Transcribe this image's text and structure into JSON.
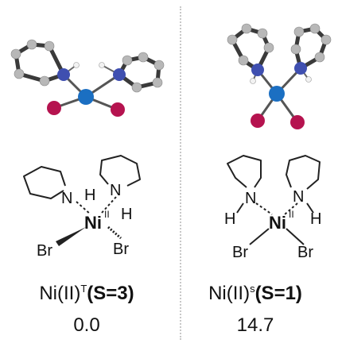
{
  "panels": [
    {
      "atoms": {
        "n_left": "N",
        "h_left": "H",
        "n_right": "N",
        "h_right": "H",
        "metal": "Ni",
        "oxidation": "II",
        "br_left": "Br",
        "br_right": "Br"
      },
      "label": {
        "main": "Ni(II)",
        "superscript": "T",
        "spin": "(S=3)"
      },
      "energy": "0.0"
    },
    {
      "atoms": {
        "n_left": "N",
        "h_left": "H",
        "n_right": "N",
        "h_right": "H",
        "metal": "Ni",
        "oxidation": "II",
        "br_left": "Br",
        "br_right": "Br"
      },
      "label": {
        "main": "Ni(II)",
        "superscript": "s",
        "spin": "(S=1)"
      },
      "energy": "14.7"
    }
  ],
  "colors": {
    "carbon": "#b8b8b8",
    "nitrogen": "#3f4fb0",
    "nickel": "#1b6fc2",
    "bromine": "#b5134f",
    "hydrogen": "#f2f2f2",
    "bond": "#3a3a3a"
  }
}
